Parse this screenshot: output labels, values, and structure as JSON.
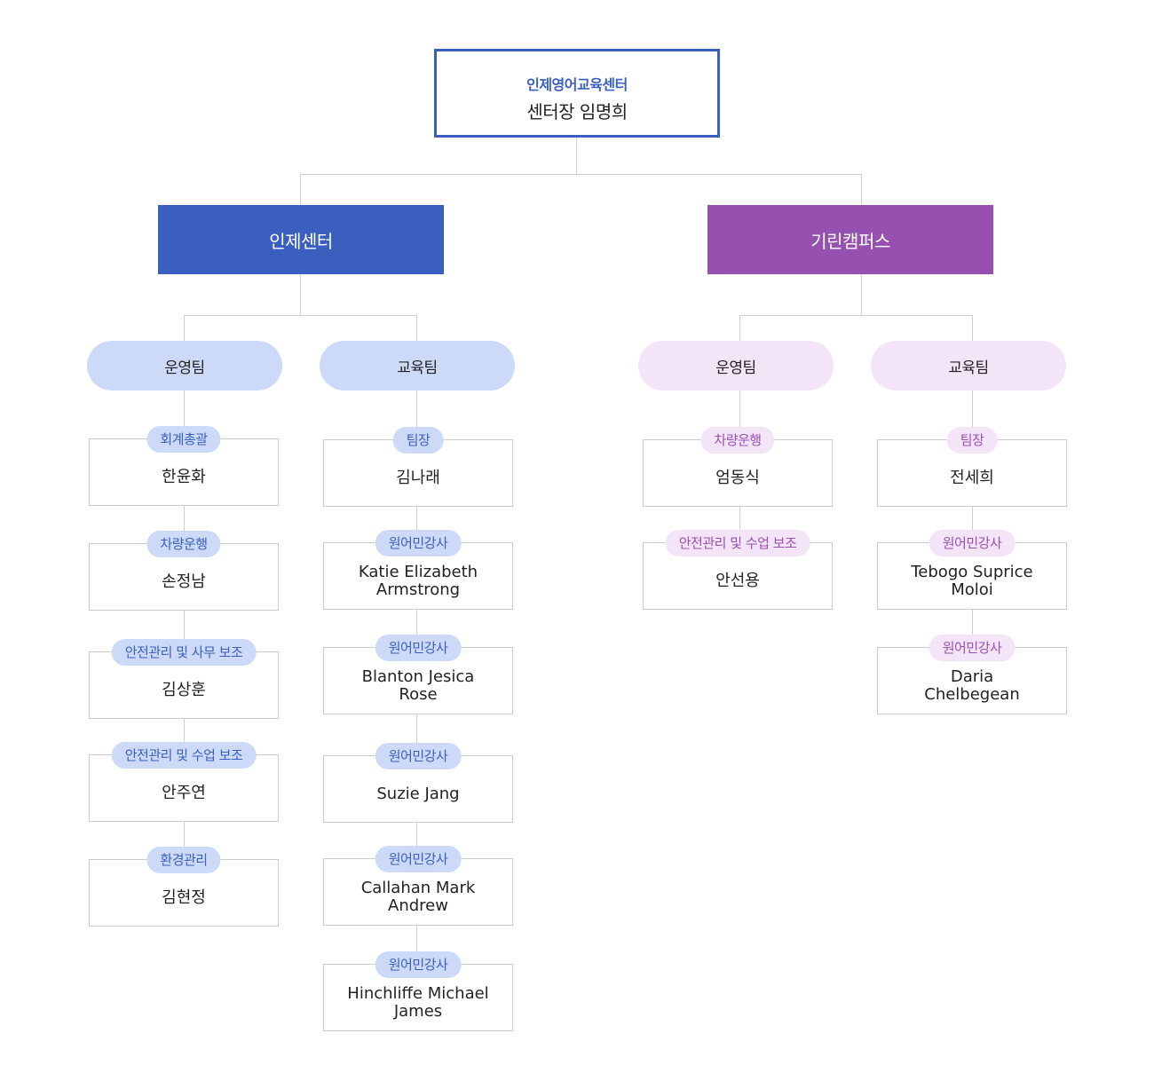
{
  "root": {
    "org": "인제영어교육센터",
    "head": "센터장 임명희"
  },
  "centers": [
    {
      "name": "인제센터",
      "teams": [
        {
          "name": "운영팀",
          "members": [
            {
              "role": "회계총괄",
              "name": "한윤화"
            },
            {
              "role": "차량운행",
              "name": "손정남"
            },
            {
              "role": "안전관리 및 사무 보조",
              "name": "김상훈"
            },
            {
              "role": "안전관리 및 수업 보조",
              "name": "안주연"
            },
            {
              "role": "환경관리",
              "name": "김현정"
            }
          ]
        },
        {
          "name": "교육팀",
          "members": [
            {
              "role": "팀장",
              "name": "김나래"
            },
            {
              "role": "원어민강사",
              "name": "Katie Elizabeth Armstrong"
            },
            {
              "role": "원어민강사",
              "name": "Blanton Jesica Rose"
            },
            {
              "role": "원어민강사",
              "name": "Suzie Jang"
            },
            {
              "role": "원어민강사",
              "name": "Callahan Mark Andrew"
            },
            {
              "role": "원어민강사",
              "name": "Hinchliffe Michael James"
            }
          ]
        }
      ]
    },
    {
      "name": "기린캠퍼스",
      "teams": [
        {
          "name": "운영팀",
          "members": [
            {
              "role": "차량운행",
              "name": "엄동식"
            },
            {
              "role": "안전관리 및 수업 보조",
              "name": "안선용"
            }
          ]
        },
        {
          "name": "교육팀",
          "members": [
            {
              "role": "팀장",
              "name": "전세희"
            },
            {
              "role": "원어민강사",
              "name": "Tebogo Suprice Moloi"
            },
            {
              "role": "원어민강사",
              "name": "Daria Chelbegean"
            }
          ]
        }
      ]
    }
  ],
  "colors": {
    "primary_blue": "#3a5fbf",
    "primary_purple": "#9650b0",
    "team_blue_bg": "#ccdaf7",
    "team_purple_bg": "#f3e4f8",
    "connector": "#cfcfcf"
  }
}
